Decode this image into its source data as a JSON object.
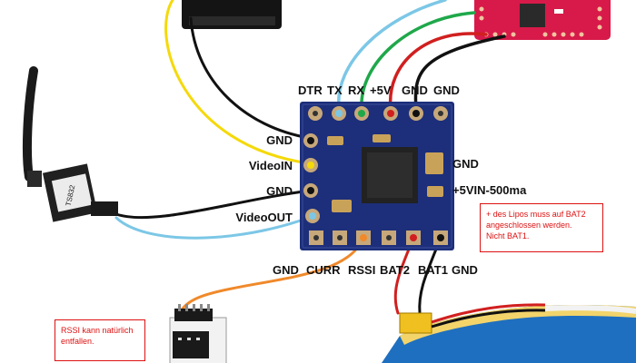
{
  "colors": {
    "board": "#1d2f7a",
    "fc_board": "#d71a49",
    "wire_yellow": "#f5d90a",
    "wire_lightblue": "#7cc7e6",
    "wire_green": "#1fa84a",
    "wire_red": "#d11f1f",
    "wire_black": "#111111",
    "wire_orange": "#f0892a",
    "note_border": "#dd1111"
  },
  "top_pins": [
    "DTR",
    "TX",
    "RX",
    "+5V",
    "GND",
    "GND"
  ],
  "left_pins": [
    "GND",
    "VideoIN",
    "GND",
    "VideoOUT"
  ],
  "right_pins": [
    "GND",
    "+5VIN-500ma"
  ],
  "bottom_pins": [
    "GND",
    "CURR",
    "RSSI",
    "BAT2",
    "BAT1",
    "GND"
  ],
  "transmitter_text": {
    "line1": "TS832"
  },
  "notes": {
    "battery": {
      "line1": "+ des Lipos muss auf BAT2",
      "line2": "angeschlossen werden.",
      "line3": "Nicht BAT1."
    },
    "rssi": {
      "line1": "RSSI kann natürlich",
      "line2": "entfallen."
    }
  }
}
